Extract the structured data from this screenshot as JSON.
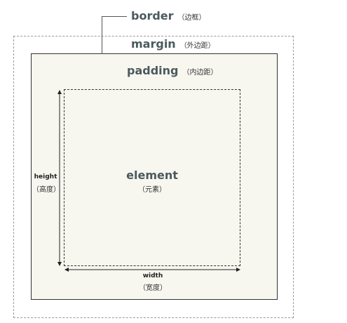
{
  "labels": {
    "border": {
      "title": "border",
      "note": "（边框）"
    },
    "margin": {
      "title": "margin",
      "note": "（外边距）"
    },
    "padding": {
      "title": "padding",
      "note": "（内边距）"
    },
    "element": {
      "title": "element",
      "note": "（元素）"
    },
    "height": {
      "title": "height",
      "note": "（高度）"
    },
    "width": {
      "title": "width",
      "note": "（宽度）"
    }
  },
  "colors": {
    "title_text": "#4a5a5e",
    "box_fill": "#f7f6ef",
    "margin_dash": "#9a9a9a",
    "border_line": "#333333"
  }
}
